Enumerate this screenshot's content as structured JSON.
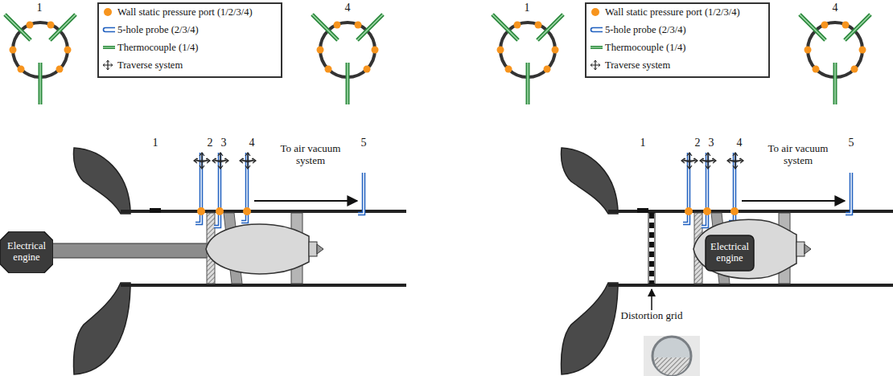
{
  "diagram": {
    "nodes": [
      {
        "text": [
          "Electrical engine"
        ]
      },
      {
        "text": [
          "Electrical engine"
        ]
      }
    ],
    "labels": [
      "1",
      "4",
      "1",
      "2",
      "3",
      "4",
      "5",
      "To air vacuum system",
      "1",
      "4",
      "1",
      "2",
      "3",
      "4",
      "5",
      "To air vacuum system",
      "Distortion grid"
    ],
    "legend": [
      {
        "text": "Wall static pressure port (1/2/3/4)",
        "color": "#f7941d"
      },
      {
        "text": "5-hole probe (2/3/4)"
      },
      {
        "text": "Thermocouple (1/4)"
      },
      {
        "text": "Traverse system"
      },
      {
        "text": "Wall static pressure port (1/2/3/4)",
        "color": "#f7941d"
      },
      {
        "text": "5-hole probe (2/3/4)"
      },
      {
        "text": "Thermocouple (1/4)"
      },
      {
        "text": "Traverse system"
      }
    ]
  }
}
